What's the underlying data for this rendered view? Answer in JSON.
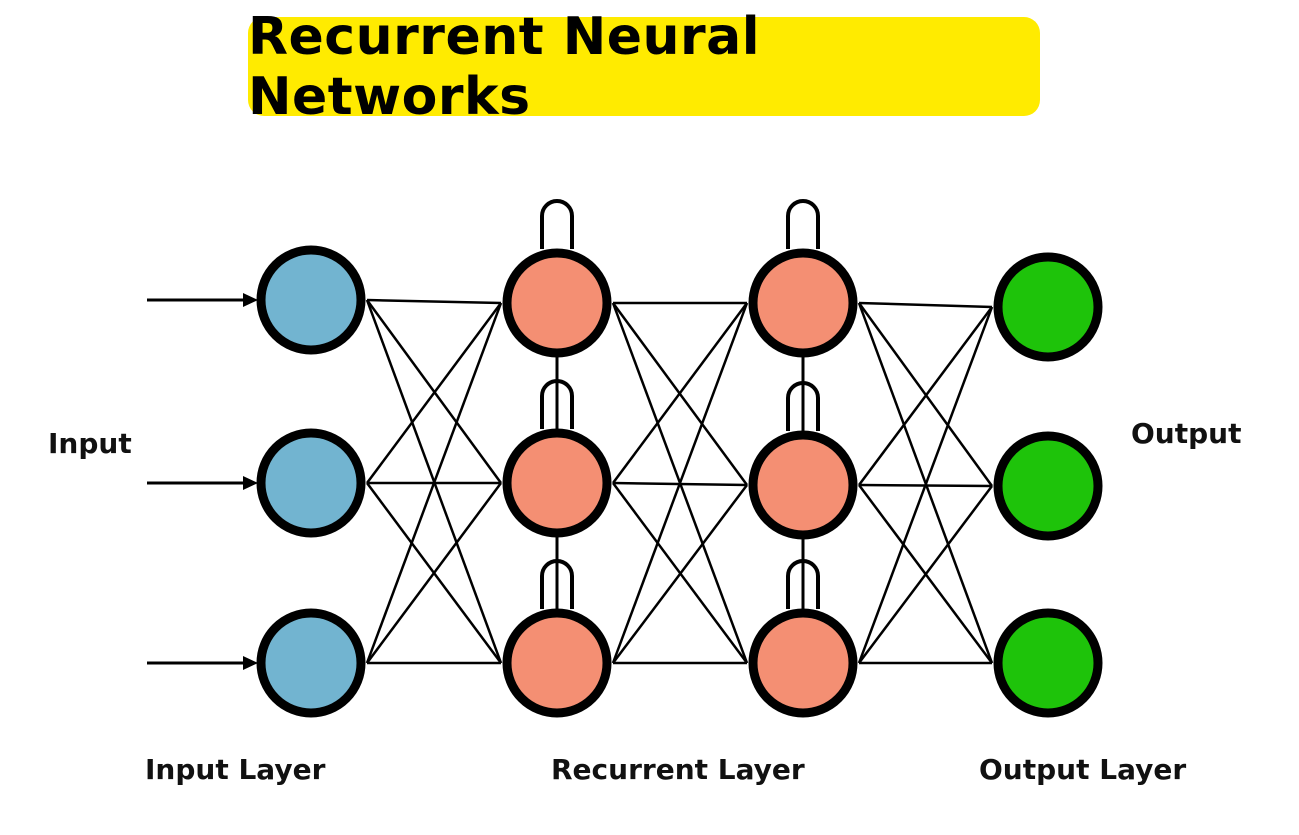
{
  "title": "Recurrent Neural Networks",
  "labels": {
    "input": "Input",
    "output": "Output",
    "input_layer": "Input Layer",
    "recurrent_layer": "Recurrent Layer",
    "output_layer": "Output Layer"
  },
  "colors": {
    "title_bg": "#ffeb00",
    "input_node": "#72b4d0",
    "recurrent_node": "#f48f73",
    "output_node": "#1ec30a",
    "stroke": "#000000"
  }
}
